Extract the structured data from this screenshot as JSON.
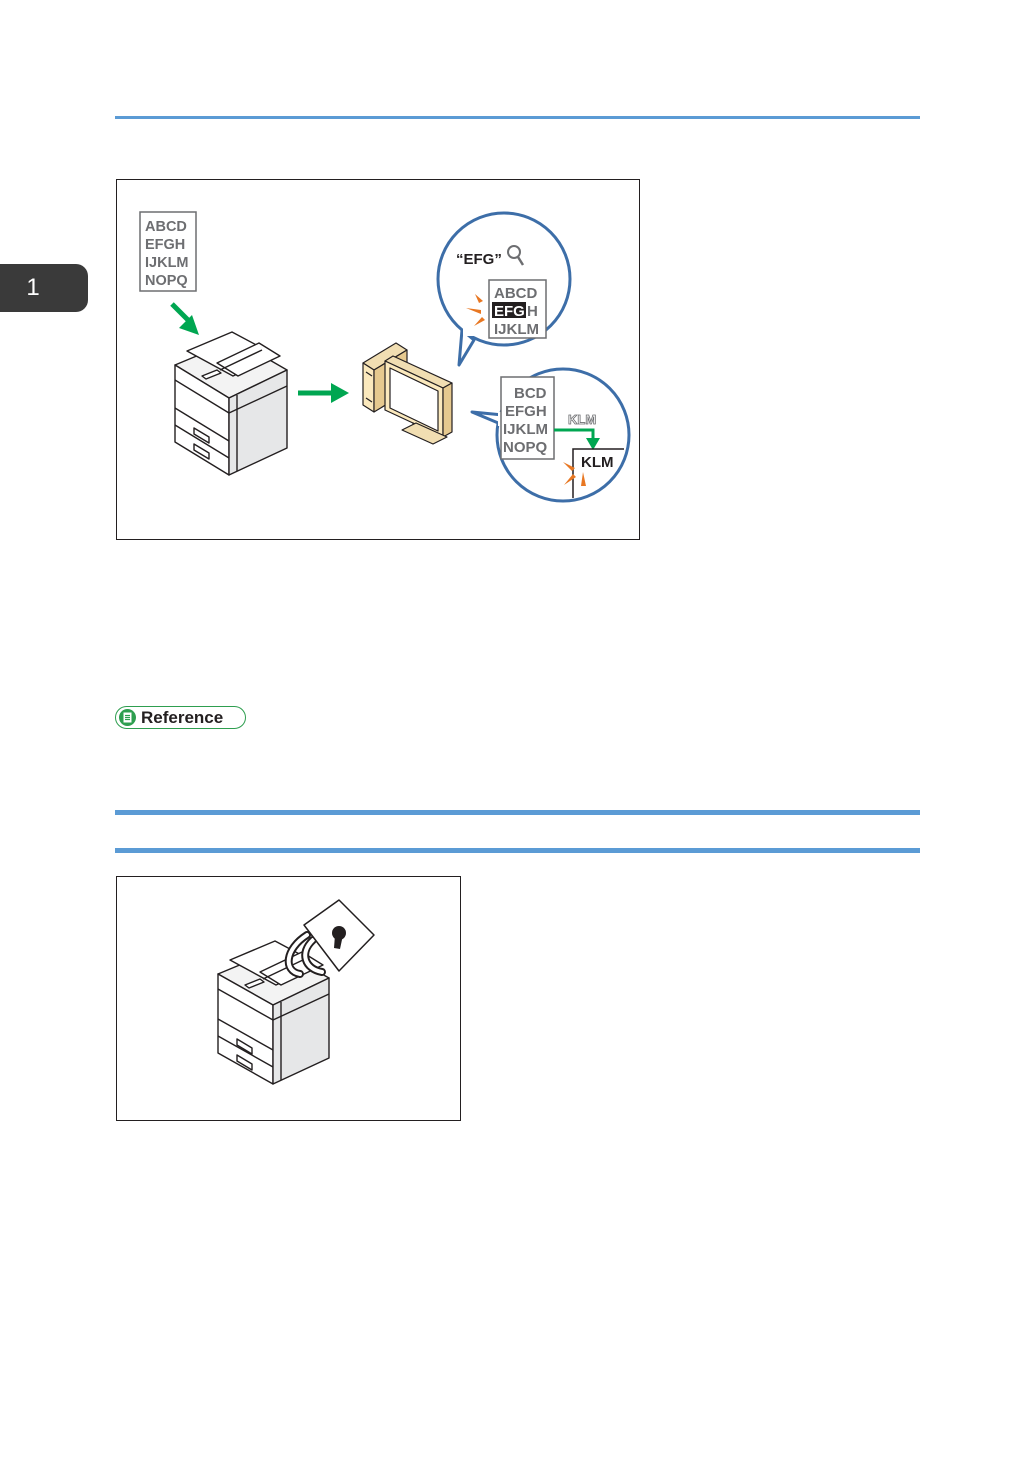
{
  "chapter": {
    "number": "1"
  },
  "figure1": {
    "document_lines": [
      "ABCD",
      "EFGH",
      "IJKLM",
      "NOPQ"
    ],
    "search": {
      "query": "“EFG”",
      "lines": [
        "ABCD",
        "EFG",
        "H",
        "IJKLM"
      ]
    },
    "edit": {
      "lines": [
        "BCD",
        "EFGH",
        "IJKLM",
        "NOPQ"
      ],
      "source_text": "KLM",
      "pasted_text": "KLM"
    }
  },
  "reference": {
    "label": "Reference",
    "color": "#2e9e4f"
  },
  "colors": {
    "rule": "#5b9bd5",
    "arrow": "#00a651",
    "spark": "#e87722",
    "bubble": "#3d6ea8"
  }
}
